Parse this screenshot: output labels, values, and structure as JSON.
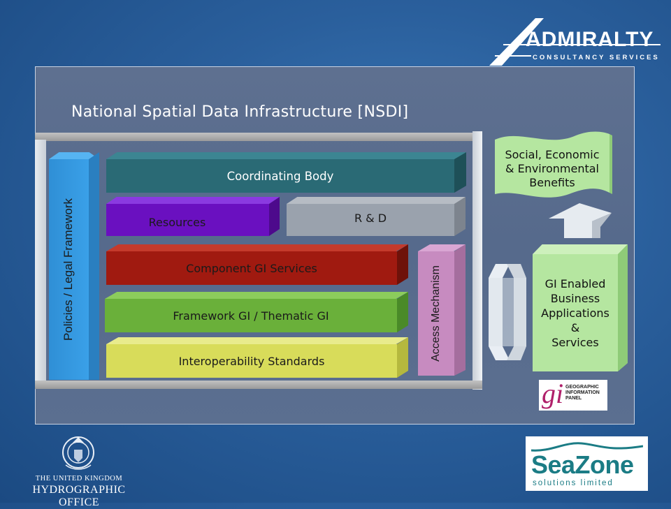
{
  "header": {
    "admiralty_logo_text": "ADMIRALTY",
    "admiralty_subtitle": "CONSULTANCY SERVICES"
  },
  "diagram": {
    "title": "National Spatial Data Infrastructure [NSDI]",
    "policies": "Policies / Legal Framework",
    "coordinating_body": "Coordinating Body",
    "resources": "Resources",
    "r_and_d": "R & D",
    "component_gi_services": "Component GI Services",
    "framework_gi": "Framework GI / Thematic GI",
    "interoperability": "Interoperability Standards",
    "access_mechanism": "Access Mechanism",
    "benefits": [
      "Social, Economic",
      "& Environmental",
      "Benefits"
    ],
    "gi_enabled": [
      "GI Enabled",
      "Business",
      "Applications",
      "&",
      "Services"
    ],
    "gi_panel_logo": {
      "mark": "gi",
      "lines": [
        "GEOGRAPHIC",
        "INFORMATION",
        "PANEL"
      ]
    }
  },
  "colors": {
    "coordinating_body": "#2a6a75",
    "resources": "#6a10c0",
    "r_and_d": "#9aa2ad",
    "component_gi_services": "#a01a10",
    "framework_gi": "#6ab03a",
    "interoperability": "#d8dc5a",
    "policies": "#3aa0e8",
    "access_mechanism": "#c78bc0",
    "benefits": "#b5e6a0",
    "gi_enabled": "#b5e6a0"
  },
  "footer": {
    "ukho_line1": "THE UNITED KINGDOM",
    "ukho_line2": "HYDROGRAPHIC OFFICE",
    "seazone_word": "SeaZone",
    "seazone_sub": "solutions limited"
  }
}
